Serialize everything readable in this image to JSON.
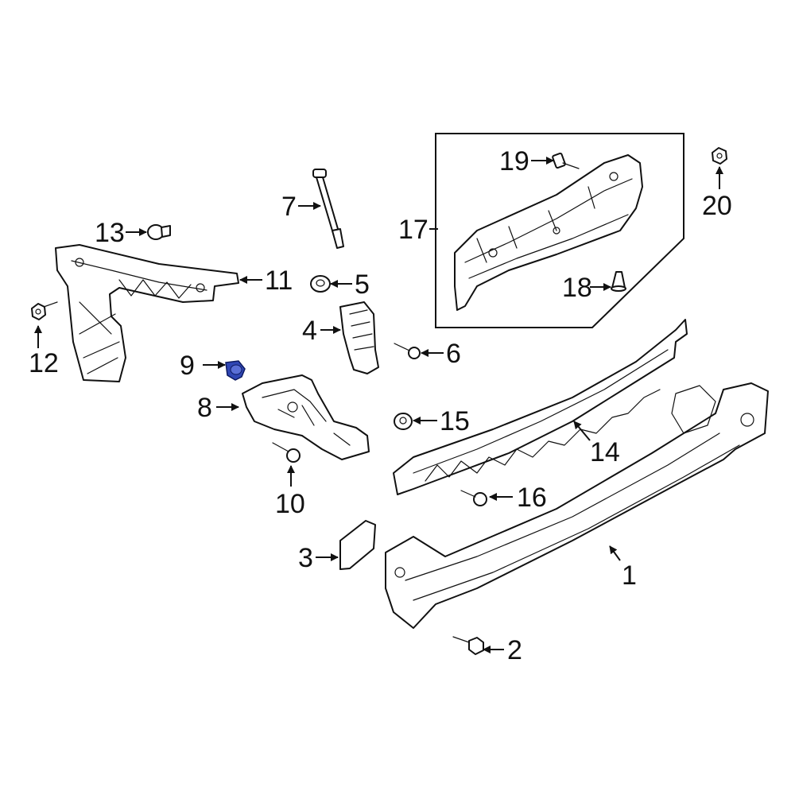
{
  "callouts": {
    "c1": "1",
    "c2": "2",
    "c3": "3",
    "c4": "4",
    "c5": "5",
    "c6": "6",
    "c7": "7",
    "c8": "8",
    "c9": "9",
    "c10": "10",
    "c11": "11",
    "c12": "12",
    "c13": "13",
    "c14": "14",
    "c15": "15",
    "c16": "16",
    "c17": "17",
    "c18": "18",
    "c19": "19",
    "c20": "20"
  },
  "colors": {
    "line": "#111111",
    "highlight": "#2f46b4",
    "background": "#ffffff"
  },
  "highlighted_part": "9"
}
